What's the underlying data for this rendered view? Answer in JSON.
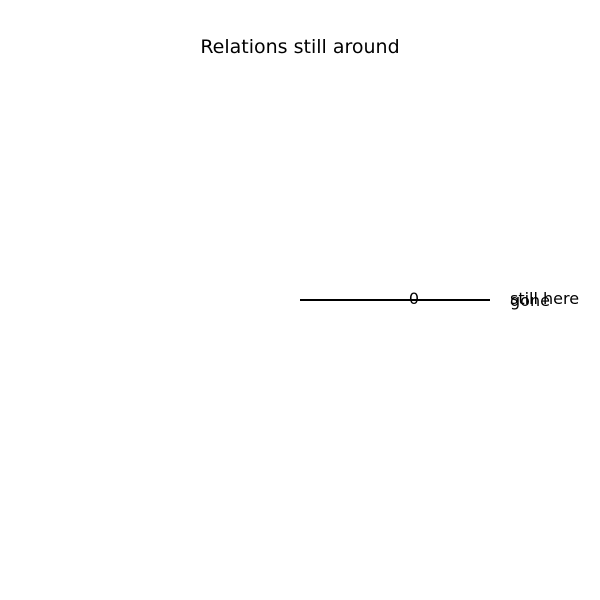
{
  "chart_data": {
    "type": "pie",
    "title": "Relations still around",
    "categories": [
      "still here",
      "gone"
    ],
    "values": [
      0,
      0
    ],
    "value_labels": [
      "0"
    ],
    "colors": [
      "#000000",
      "#000000"
    ]
  }
}
